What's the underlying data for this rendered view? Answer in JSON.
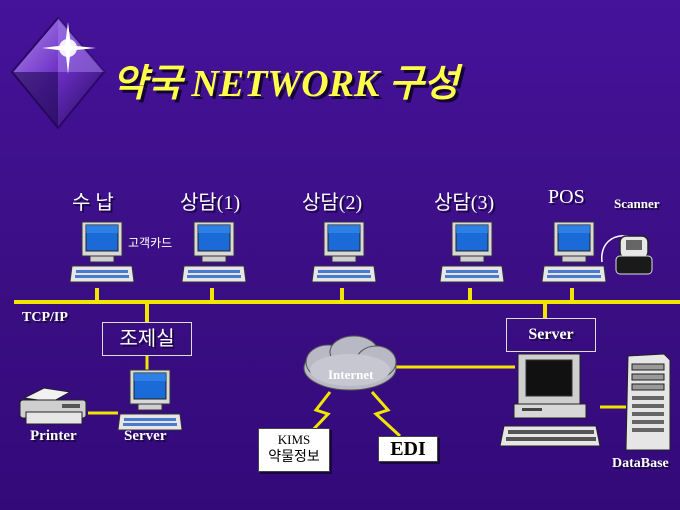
{
  "title": "약국 NETWORK 구성",
  "nodes": [
    {
      "label": "수  납"
    },
    {
      "label": "상담(1)"
    },
    {
      "label": "상담(2)"
    },
    {
      "label": "상담(3)"
    },
    {
      "label": "POS"
    }
  ],
  "card_reader_label": "고객카드",
  "scanner_label": "Scanner",
  "network_label": "TCP/IP",
  "lab_room_label": "조제실",
  "printer_label": "Printer",
  "lab_server_label": "Server",
  "main_server_label": "Server",
  "internet_label": "Internet",
  "kims_line1": "KIMS",
  "kims_line2": "약물정보",
  "edi_label": "EDI",
  "database_label": "DataBase",
  "colors": {
    "background": "#3c0f86",
    "network_line": "#f2e600",
    "title": "#ffff4a"
  }
}
